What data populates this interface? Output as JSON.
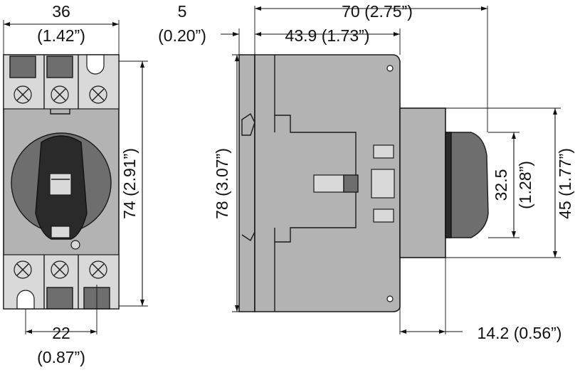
{
  "dimensions": {
    "front_width": {
      "value": "36",
      "inch": "(1.42”)"
    },
    "offset_left": {
      "value": "5",
      "inch": "(0.20”)"
    },
    "total_depth": {
      "value": "70",
      "inch": "(2.75”)"
    },
    "body_depth": {
      "value": "43.9",
      "inch": "(1.73”)"
    },
    "front_height": {
      "value": "74",
      "inch": "(2.91”)"
    },
    "total_height": {
      "value": "78",
      "inch": "(3.07”)"
    },
    "handle_inner_height": {
      "value": "32.5",
      "inch": "(1.28”)"
    },
    "handle_outer_height": {
      "value": "45",
      "inch": "(1.77”)"
    },
    "hole_spacing": {
      "value": "22",
      "inch": "(0.87”)"
    },
    "handle_depth": {
      "value": "14.2",
      "inch": "(0.56”)"
    }
  },
  "colors": {
    "housing": "#b3b3b3",
    "handle": "#2a2a2a",
    "line": "#111111"
  }
}
